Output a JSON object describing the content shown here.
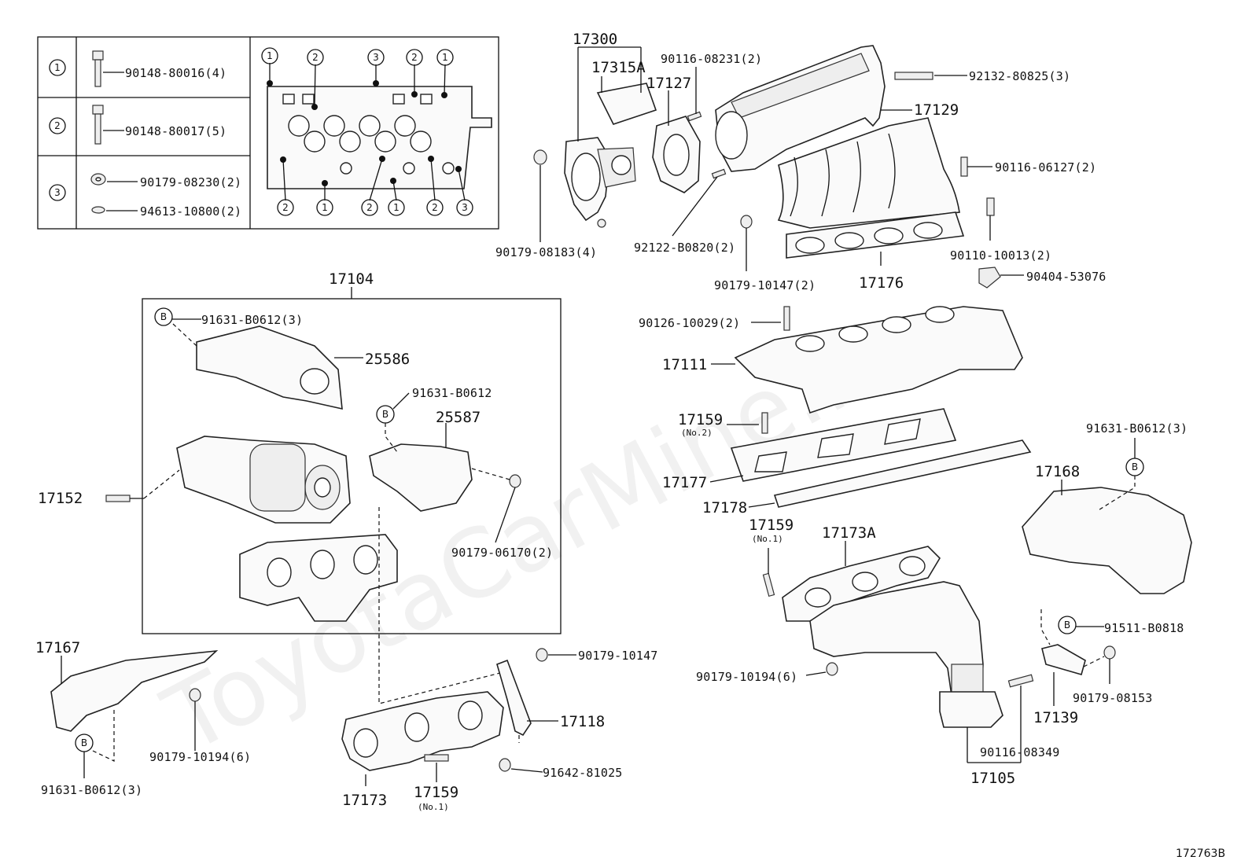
{
  "watermark": "ToyotaCarMine.ru",
  "diagram_code": "172763B",
  "bolt_table": {
    "rows": [
      {
        "key": "1",
        "parts": [
          "90148-80016(4)"
        ]
      },
      {
        "key": "2",
        "parts": [
          "90148-80017(5)"
        ]
      },
      {
        "key": "3",
        "parts": [
          "90179-08230(2)",
          "94613-10800(2)"
        ]
      }
    ],
    "top_markers": [
      "1",
      "2",
      "3",
      "2",
      "1"
    ],
    "bottom_markers": [
      "2",
      "1",
      "2",
      "1",
      "2",
      "3"
    ]
  },
  "labels": {
    "p17300": "17300",
    "p17315A": "17315A",
    "p17127": "17127",
    "p90116_08231": "90116-08231(2)",
    "p92132_80825": "92132-80825(3)",
    "p17129": "17129",
    "p90116_06127": "90116-06127(2)",
    "p90179_08183": "90179-08183(4)",
    "p92122_B0820": "92122-B0820(2)",
    "p90110_10013": "90110-10013(2)",
    "p90179_10147a": "90179-10147(2)",
    "p17176": "17176",
    "p90404_53076": "90404-53076",
    "p17104": "17104",
    "p91631_B0612_3a": "91631-B0612(3)",
    "p25586": "25586",
    "p91631_B0612": "91631-B0612",
    "p25587": "25587",
    "p17152": "17152",
    "p90179_06170": "90179-06170(2)",
    "p90126_10029": "90126-10029(2)",
    "p17111": "17111",
    "p17159_no2": "17159",
    "p17159_no2_sub": "(No.2)",
    "p17177": "17177",
    "p17178": "17178",
    "p91631_B0612_3b": "91631-B0612(3)",
    "p17168": "17168",
    "p17159_no1a": "17159",
    "p17159_no1a_sub": "(No.1)",
    "p17173A": "17173A",
    "p91511_B0818": "91511-B0818",
    "p90179_10194_6a": "90179-10194(6)",
    "p90179_08153": "90179-08153",
    "p17139": "17139",
    "p90116_08349": "90116-08349",
    "p17105": "17105",
    "p17167": "17167",
    "p90179_10147b": "90179-10147",
    "p17118": "17118",
    "p91642_81025": "91642-81025",
    "p90179_10194_6b": "90179-10194(6)",
    "p91631_B0612_3c": "91631-B0612(3)",
    "p17173": "17173",
    "p17159_no1b": "17159",
    "p17159_no1b_sub": "(No.1)",
    "b_marker": "B"
  }
}
